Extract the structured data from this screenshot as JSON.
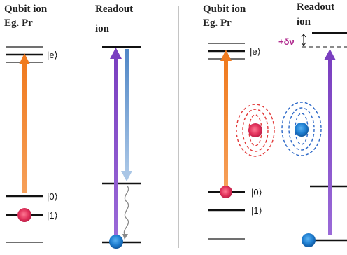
{
  "left_panel": {
    "qubit_title_line1": "Qubit ion",
    "qubit_title_line2": "Eg. Pr",
    "readout_title_line1": "Readout",
    "readout_title_line2": "ion",
    "ket_e": "|e⟩",
    "ket_0": "|0⟩",
    "ket_1": "|1⟩"
  },
  "right_panel": {
    "qubit_title_line1": "Qubit ion",
    "qubit_title_line2": "Eg. Pr",
    "readout_title_line1": "Readout",
    "readout_title_line2": "ion",
    "ket_e": "|e⟩",
    "ket_0": "|0⟩",
    "ket_1": "|1⟩",
    "shift_label": "+δν",
    "shift_icon": "double-headed-vertical-arrow-icon"
  },
  "colors": {
    "level_line": "#111111",
    "level_grey": "#707070",
    "orange_arrow": "#f07a1e",
    "purple_arrow": "#7a3fc0",
    "blue_arrow": "#6a9bd1",
    "red_ion": "#e0305a",
    "blue_ion": "#1f7ed0",
    "red_field": "#e23a3a",
    "blue_field": "#2c68c8",
    "shift_text": "#b02a8e",
    "divider": "#888888"
  },
  "icons": {
    "qubit_ion": "red-sphere-icon",
    "readout_ion": "blue-sphere-icon",
    "decay": "wavy-decay-arrow-icon"
  }
}
